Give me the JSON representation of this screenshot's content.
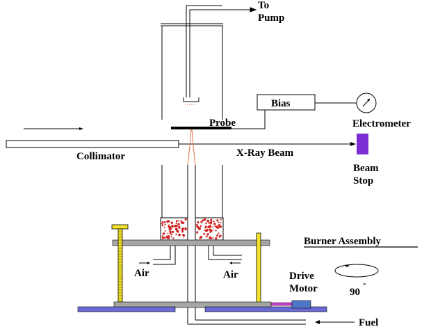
{
  "labels": {
    "to_pump": "To\nPump",
    "probe": "Probe",
    "bias": "Bias",
    "electrometer": "Electrometer",
    "collimator": "Collimator",
    "xray_beam": "X-Ray Beam",
    "beam_stop": "Beam\nStop",
    "burner_assembly": "Burner Assembly",
    "air_left": "Air",
    "air_right": "Air",
    "drive_motor": "Drive\nMotor",
    "rotation": "90",
    "degree_mark": "°",
    "fuel": "Fuel"
  },
  "colors": {
    "line": "#000000",
    "plate": "#a6a6a6",
    "base": "#6b6bd6",
    "yellow_post": "#f2e22a",
    "beam_stop": "#7b2ed1",
    "motor": "#4f77c8",
    "shaft": "#d23bd2",
    "flame": "#e07040",
    "mesh_dot": "#d12020"
  },
  "icons": {
    "gauge": "electrometer-dial-icon",
    "rotation": "rotation-arrow-icon"
  }
}
